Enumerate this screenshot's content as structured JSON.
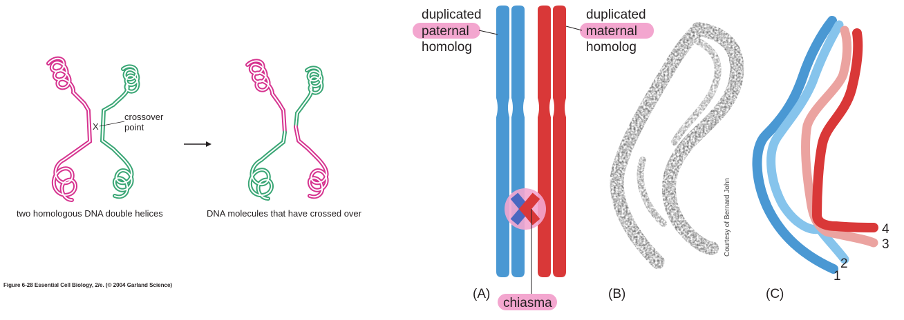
{
  "left_panel": {
    "crossover_label_line1": "crossover",
    "crossover_label_line2": "point",
    "x_mark": "X",
    "caption_left": "two homologous DNA double helices",
    "caption_right": "DNA molecules that have crossed over",
    "figure_credit": "Figure 6-28  Essential Cell Biology, 2/e. (© 2004 Garland Science)"
  },
  "panel_a": {
    "tag": "(A)",
    "paternal_line1": "duplicated",
    "paternal_line2": "paternal",
    "paternal_line3": "homolog",
    "maternal_line1": "duplicated",
    "maternal_line2": "maternal",
    "maternal_line3": "homolog",
    "chiasma_label": "chiasma"
  },
  "panel_b": {
    "tag": "(B)",
    "courtesy": "Courtesy of Bernard John"
  },
  "panel_c": {
    "tag": "(C)",
    "strand_1": "1",
    "strand_2": "2",
    "strand_3": "3",
    "strand_4": "4"
  },
  "colors": {
    "magenta_strand": "#d6338f",
    "green_strand": "#3aa675",
    "paternal_blue": "#4a98d3",
    "paternal_light_blue": "#86c4ec",
    "maternal_red": "#d93838",
    "maternal_pink": "#eba3a0",
    "highlight_pink": "#f3a6cf"
  }
}
